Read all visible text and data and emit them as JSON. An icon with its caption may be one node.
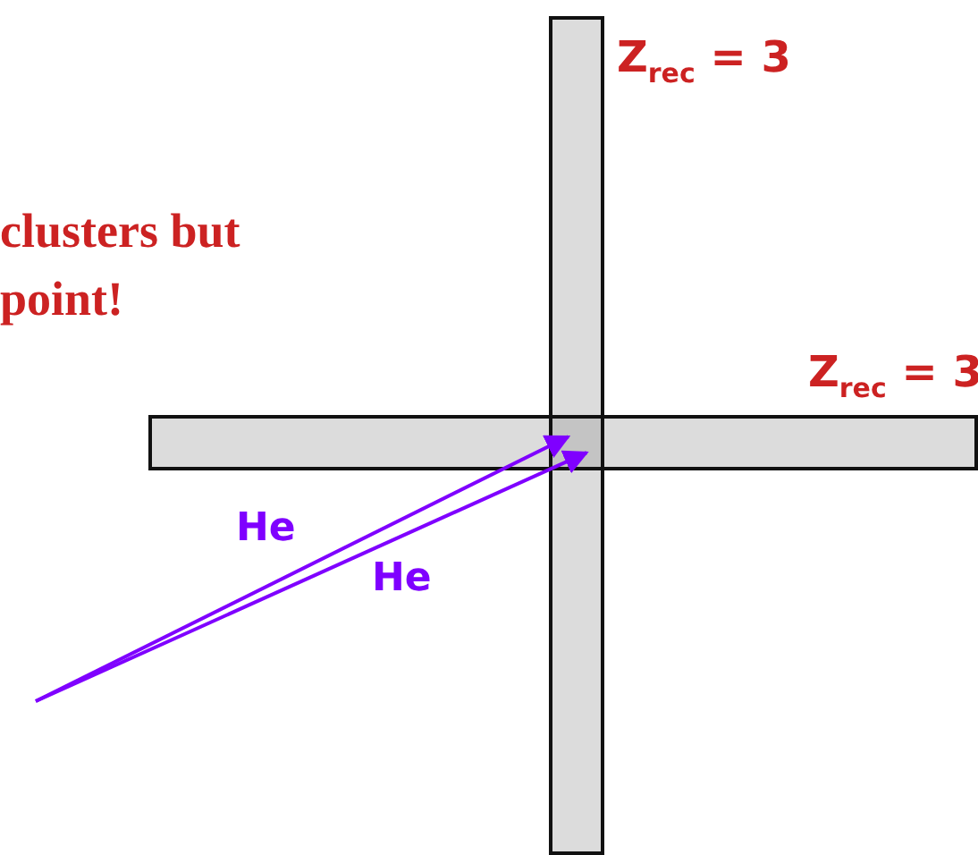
{
  "diagram": {
    "nodes": [
      {
        "text": [],
        "shape": "bar",
        "beside": [
          "Z$_{rec}$ = 3"
        ]
      },
      {
        "text": [],
        "shape": "bar",
        "beside": [
          "Z$_{rec}$ = 3"
        ]
      },
      {
        "text": [],
        "shape": "box"
      }
    ],
    "edges": [
      {
        "from": null,
        "to": 2,
        "arrow": "to",
        "label": "He"
      },
      {
        "from": null,
        "to": 2,
        "arrow": "to",
        "label": "He"
      }
    ],
    "labels": [
      "clusters but point!"
    ]
  }
}
